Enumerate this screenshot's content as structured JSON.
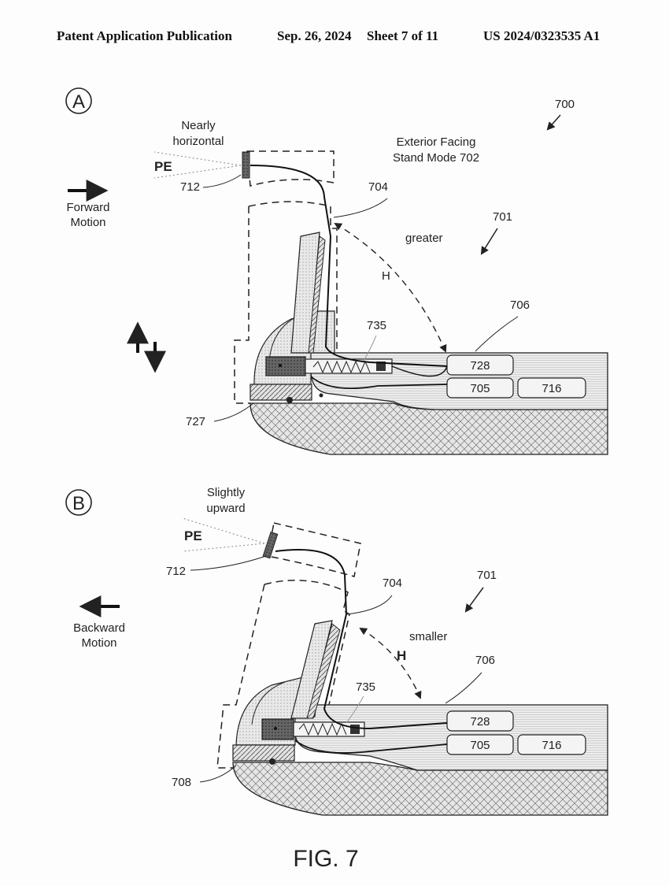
{
  "header": {
    "publication": "Patent Application Publication",
    "date": "Sep. 26, 2024",
    "sheet": "Sheet 7 of 11",
    "number": "US 2024/0323535 A1"
  },
  "figure": {
    "caption": "FIG. 7",
    "ref_700": "700",
    "panel_a": {
      "marker": "A",
      "angle_line1": "Nearly",
      "angle_line2": "horizontal",
      "pe": "PE",
      "mode_line1": "Exterior Facing",
      "mode_line2": "Stand Mode 702",
      "motion_line1": "Forward",
      "motion_line2": "Motion",
      "height": "greater",
      "h": "H",
      "ref_712": "712",
      "ref_704": "704",
      "ref_701": "701",
      "ref_706": "706",
      "ref_735": "735",
      "ref_728": "728",
      "ref_705": "705",
      "ref_716": "716",
      "ref_727": "727"
    },
    "panel_b": {
      "marker": "B",
      "angle_line1": "Slightly",
      "angle_line2": "upward",
      "pe": "PE",
      "motion_line1": "Backward",
      "motion_line2": "Motion",
      "height": "smaller",
      "h": "H",
      "ref_712": "712",
      "ref_704": "704",
      "ref_701": "701",
      "ref_706": "706",
      "ref_735": "735",
      "ref_728": "728",
      "ref_705": "705",
      "ref_716": "716",
      "ref_708": "708"
    }
  }
}
